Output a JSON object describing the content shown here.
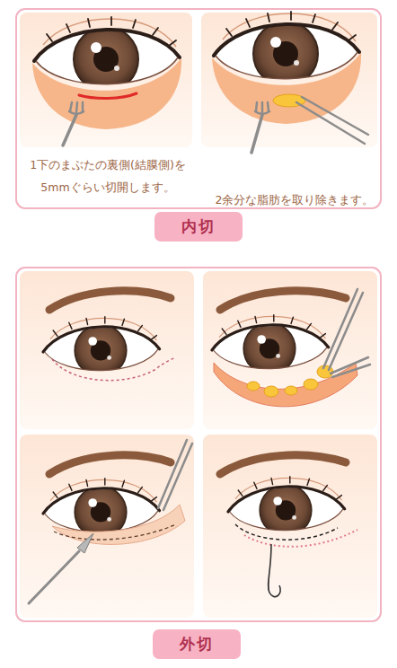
{
  "diagram": {
    "nodes": [
      {
        "text": [
          "内切"
        ]
      },
      {
        "text": [
          "外切"
        ]
      }
    ],
    "labels": [
      "1下のまぶたの裏側(結膜側)を 5mmぐらい切開します。",
      "2余分な脂肪を取り除きます。"
    ]
  }
}
